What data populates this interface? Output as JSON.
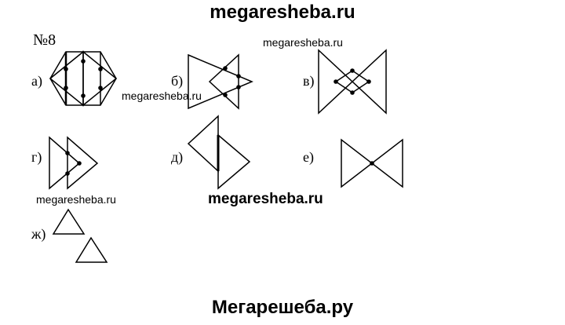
{
  "watermarks": {
    "top": "megaresheba.ru",
    "small_1": "megaresheba.ru",
    "small_2": "megaresheba.ru",
    "small_3": "megaresheba.ru",
    "middle": "megaresheba.ru",
    "bottom": "Мегарешеба.ру"
  },
  "problem_number": "№8",
  "labels": {
    "a": "а)",
    "b": "б)",
    "v": "в)",
    "g": "г)",
    "d": "д)",
    "e": "е)",
    "zh": "ж)"
  }
}
